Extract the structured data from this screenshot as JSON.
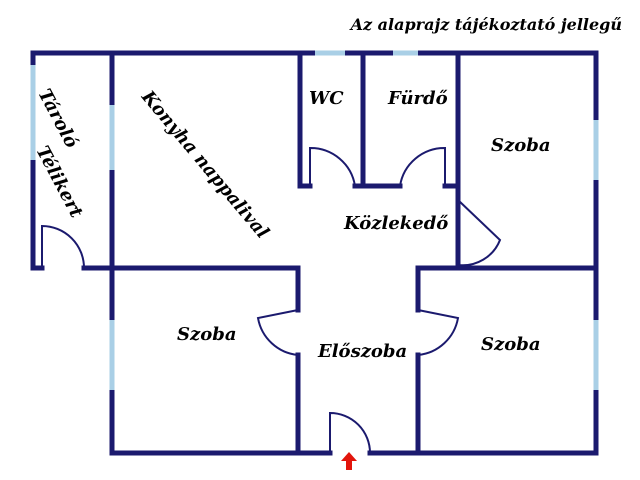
{
  "note": "Az alaprajz tájékoztató jellegű",
  "rooms": {
    "taroló": "Tároló",
    "telikert": "Télikert",
    "konyha": "Konyha nappalival",
    "wc": "WC",
    "furdo": "Fürdő",
    "szoba_ne": "Szoba",
    "kozlekedo": "Közlekedő",
    "szoba_sw": "Szoba",
    "eloszoba": "Előszoba",
    "szoba_se": "Szoba"
  },
  "colors": {
    "wall": "#1b1a6e",
    "window": "#a9cfe6",
    "arrow": "#e2150c"
  },
  "icons": {
    "entrance": "arrow-up-icon"
  }
}
